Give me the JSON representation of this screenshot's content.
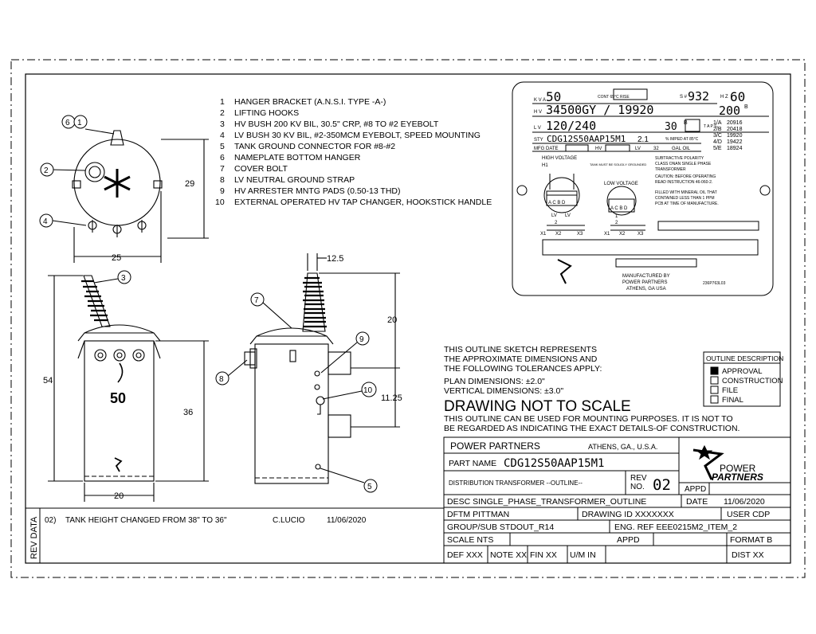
{
  "parts_list": [
    {
      "num": "1",
      "text": "HANGER BRACKET (A.N.S.I. TYPE -A-)"
    },
    {
      "num": "2",
      "text": "LIFTING HOOKS"
    },
    {
      "num": "3",
      "text": "HV BUSH 200 KV BIL, 30.5\" CRP, #8 TO #2 EYEBOLT"
    },
    {
      "num": "4",
      "text": "LV BUSH 30 KV BIL, #2-350MCM EYEBOLT, SPEED MOUNTING"
    },
    {
      "num": "5",
      "text": "TANK GROUND CONNECTOR FOR #8-#2"
    },
    {
      "num": "6",
      "text": "NAMEPLATE BOTTOM HANGER"
    },
    {
      "num": "7",
      "text": "COVER BOLT"
    },
    {
      "num": "8",
      "text": "LV NEUTRAL GROUND STRAP"
    },
    {
      "num": "9",
      "text": "HV ARRESTER MNTG PADS (0.50-13 THD)"
    },
    {
      "num": "10",
      "text": "EXTERNAL OPERATED HV TAP CHANGER, HOOKSTICK HANDLE"
    }
  ],
  "dimensions": {
    "top_height": "29",
    "top_width": "25",
    "front_height": "54",
    "front_tank": "36",
    "front_width": "20",
    "side_offset": "12.5",
    "side_upper": "20",
    "side_pads": "11.25"
  },
  "balloons": {
    "b1": "1",
    "b2": "2",
    "b3": "3",
    "b4": "4",
    "b5": "5",
    "b6": "6",
    "b7": "7",
    "b8": "8",
    "b9": "9",
    "b10": "10"
  },
  "tank_label": "50",
  "nameplate": {
    "kva": "50",
    "kva_prefix": "K V A",
    "cont_label": "CONT 65°C RISE",
    "serial_prefix": "S #",
    "serial": "932",
    "hz_prefix": "H Z",
    "hz": "60",
    "hv_prefix": "H V",
    "hv": "34500GY / 19920",
    "hv_right": "200",
    "bil_mark": "B",
    "lv_prefix": "L V",
    "lv": "120/240",
    "lv_right": "30",
    "lv_right_mark": "B",
    "tap_rows": [
      {
        "k": "1/A",
        "v": "20916"
      },
      {
        "k": "2/B",
        "v": "20418"
      },
      {
        "k": "3/C",
        "v": "19920"
      },
      {
        "k": "4/D",
        "v": "19422"
      },
      {
        "k": "5/E",
        "v": "18924"
      }
    ],
    "tap_prefix": "T A P S",
    "sty_label": "STY",
    "sty": "CDG12S50AAP15M1",
    "imped": "2.1",
    "imped_label": "% IMPED AT 85°C",
    "mfg_label": "MFG DATE",
    "hv_box_label": "HV",
    "lv_box_label": "LV",
    "gal_value": "32",
    "gal_label": "GAL OIL",
    "high_voltage": "HIGH VOLTAGE",
    "h1": "H1",
    "grounded": "TANK MUST BE SOLIDLY GROUNDED",
    "low_voltage": "LOW VOLTAGE",
    "polarity": [
      "SUBTRACTIVE POLARITY",
      "CLASS ONAN  SINGLE PHASE",
      "TRANSFORMER"
    ],
    "caution": [
      "CAUTION: BEFORE OPERATING",
      "READ INSTRUCTION 46-060-2."
    ],
    "filled": [
      "FILLED WITH MINERAL OIL THAT",
      "CONTAINED LESS THAN 1 PPM",
      "PCB AT TIME OF MANUFACTURE."
    ],
    "term_letters": "A C B D",
    "lv_label": "LV",
    "lv_n2": "2",
    "lv_n1": "1",
    "x1": "X1",
    "x2": "X2",
    "x3": "X3",
    "manufactured": [
      "MANUFACTURED BY",
      "POWER PARTNERS",
      "ATHENS, GA USA"
    ],
    "part_code": "236P763L03"
  },
  "notes": {
    "lines": [
      "THIS OUTLINE SKETCH REPRESENTS",
      "THE APPROXIMATE DIMENSIONS AND",
      "THE FOLLOWING TOLERANCES APPLY:"
    ],
    "plan": "PLAN DIMENSIONS:      ±2.0\"",
    "vertical": "VERTICAL DIMENSIONS: ±3.0\"",
    "not_to_scale": "DRAWING  NOT  TO  SCALE",
    "mount1": "THIS OUTLINE CAN BE USED FOR MOUNTING PURPOSES.  IT IS NOT TO",
    "mount2": "BE REGARDED AS INDICATING THE EXACT DETAILS-OF CONSTRUCTION."
  },
  "outline_desc": {
    "title": "OUTLINE DESCRIPTION",
    "items": [
      {
        "label": "APPROVAL",
        "checked": true
      },
      {
        "label": "CONSTRUCTION",
        "checked": false
      },
      {
        "label": "FILE",
        "checked": false
      },
      {
        "label": "FINAL",
        "checked": false
      }
    ]
  },
  "title_block": {
    "company": "POWER  PARTNERS",
    "location": "ATHENS, GA., U.S.A.",
    "part_name_label": "PART NAME",
    "part_name": "CDG12S50AAP15M1",
    "desc_type": "DISTRIBUTION TRANSFORMER --OUTLINE--",
    "rev_label1": "REV",
    "rev_label2": "NO.",
    "rev_no": "02",
    "appd": "APPD",
    "logo_line1": "POWER",
    "logo_line2": "PARTNERS",
    "desc": "DESC SINGLE_PHASE_TRANSFORMER_OUTLINE",
    "date_label": "DATE",
    "date": "11/06/2020",
    "dftm": "DFTM PITTMAN",
    "drawing_id": "DRAWING ID  XXXXXXX",
    "user": "USER CDP",
    "group": "GROUP/SUB STDOUT_R14",
    "eng_ref": "ENG. REF  EEE0215M2_ITEM_2",
    "scale": "SCALE NTS",
    "appd2": "APPD",
    "format": "FORMAT B",
    "def": "DEF XXX",
    "note": "NOTE XX",
    "fin": "FIN   XX",
    "um": "U/M IN",
    "dist": "DIST XX"
  },
  "rev_data": {
    "label": "REV DATA",
    "num": "02)",
    "text": "TANK HEIGHT CHANGED FROM 38\" TO 36\"",
    "by": "C.LUCIO",
    "date": "11/06/2020"
  }
}
